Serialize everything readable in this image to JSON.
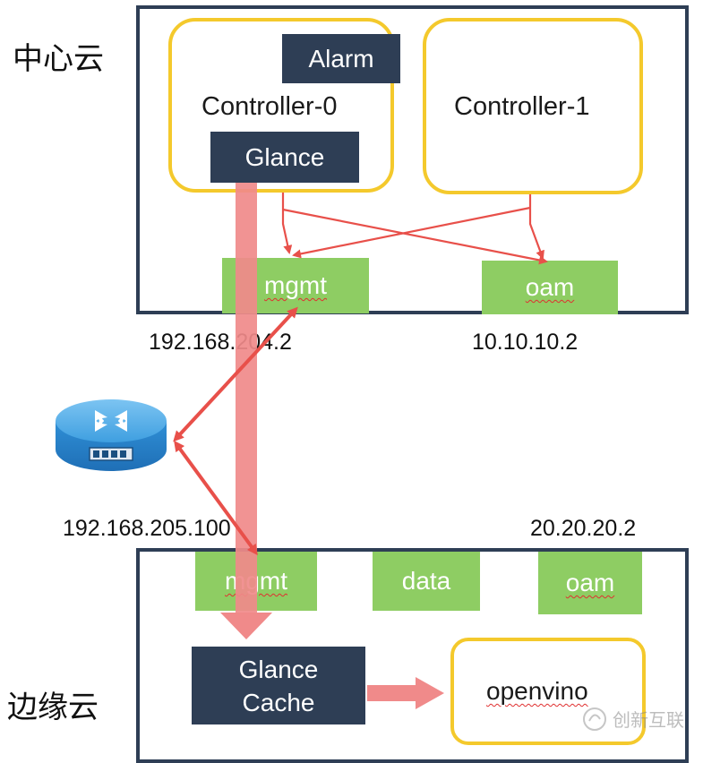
{
  "central_cloud": {
    "title": "中心云",
    "controller0": {
      "label": "Controller-0",
      "alarm": "Alarm",
      "glance": "Glance"
    },
    "controller1": {
      "label": "Controller-1"
    },
    "mgmt": {
      "label": "mgmt",
      "ip": "192.168.204.2"
    },
    "oam": {
      "label": "oam",
      "ip": "10.10.10.2"
    }
  },
  "router": {
    "icon": "router-icon",
    "ip": "192.168.205.100"
  },
  "edge_cloud": {
    "title": "边缘云",
    "mgmt": {
      "label": "mgmt"
    },
    "data": {
      "label": "data"
    },
    "oam": {
      "label": "oam",
      "ip": "20.20.20.2"
    },
    "glance_cache": {
      "line1": "Glance",
      "line2": "Cache"
    },
    "openvino": {
      "label": "openvino"
    }
  },
  "watermark": {
    "text": "创新互联"
  },
  "colors": {
    "navy": "#2e3e55",
    "yellow": "#f4c92c",
    "green": "#8ecd63",
    "arrow": "#e8504a",
    "pink": "#f08a8a"
  }
}
